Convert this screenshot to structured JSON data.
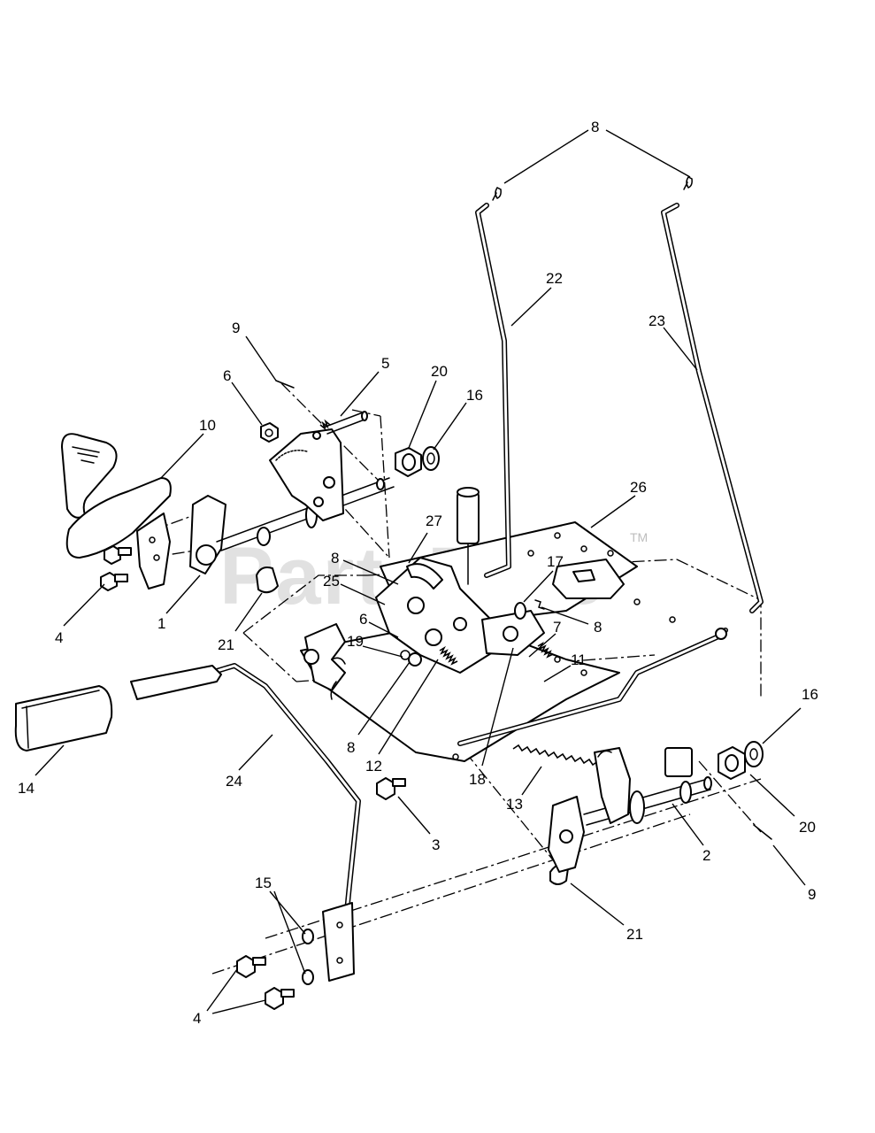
{
  "watermark": {
    "text": "PartsTree",
    "trademark": "TM"
  },
  "callouts": {
    "c1": "1",
    "c2": "2",
    "c3": "3",
    "c4a": "4",
    "c4b": "4",
    "c5": "5",
    "c6a": "6",
    "c6b": "6",
    "c7": "7",
    "c8top": "8",
    "c8a": "8",
    "c8b": "8",
    "c8c": "8",
    "c9a": "9",
    "c9b": "9",
    "c10": "10",
    "c11": "11",
    "c12": "12",
    "c13": "13",
    "c14": "14",
    "c15": "15",
    "c16a": "16",
    "c16b": "16",
    "c17": "17",
    "c18": "18",
    "c19": "19",
    "c20a": "20",
    "c20b": "20",
    "c21a": "21",
    "c21b": "21",
    "c22": "22",
    "c23": "23",
    "c24": "24",
    "c25": "25",
    "c26": "26",
    "c27": "27"
  }
}
